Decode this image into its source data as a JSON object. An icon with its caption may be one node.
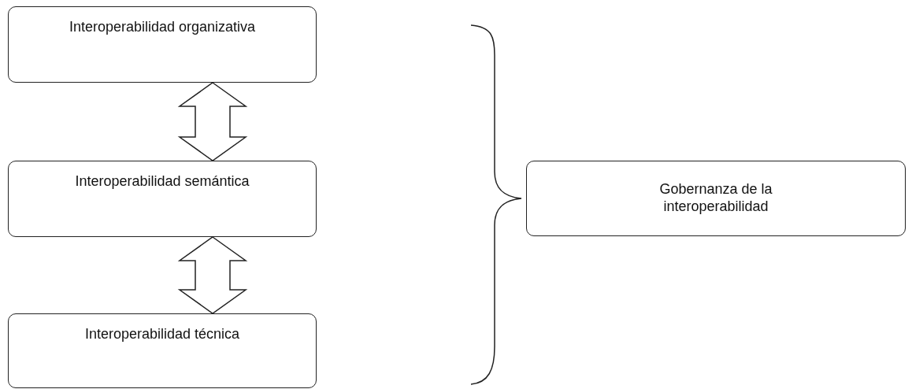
{
  "diagram": {
    "nodes": [
      {
        "text": [
          "Interoperabilidad organizativa"
        ]
      },
      {
        "text": [
          "Interoperabilidad semántica"
        ]
      },
      {
        "text": [
          "Interoperabilidad técnica"
        ]
      },
      {
        "text": [
          "Gobernanza de la interoperabilidad"
        ]
      }
    ],
    "edges": [
      {
        "from": 0,
        "to": 1,
        "arrow": "both"
      },
      {
        "from": 1,
        "to": 2,
        "arrow": "both"
      }
    ]
  }
}
